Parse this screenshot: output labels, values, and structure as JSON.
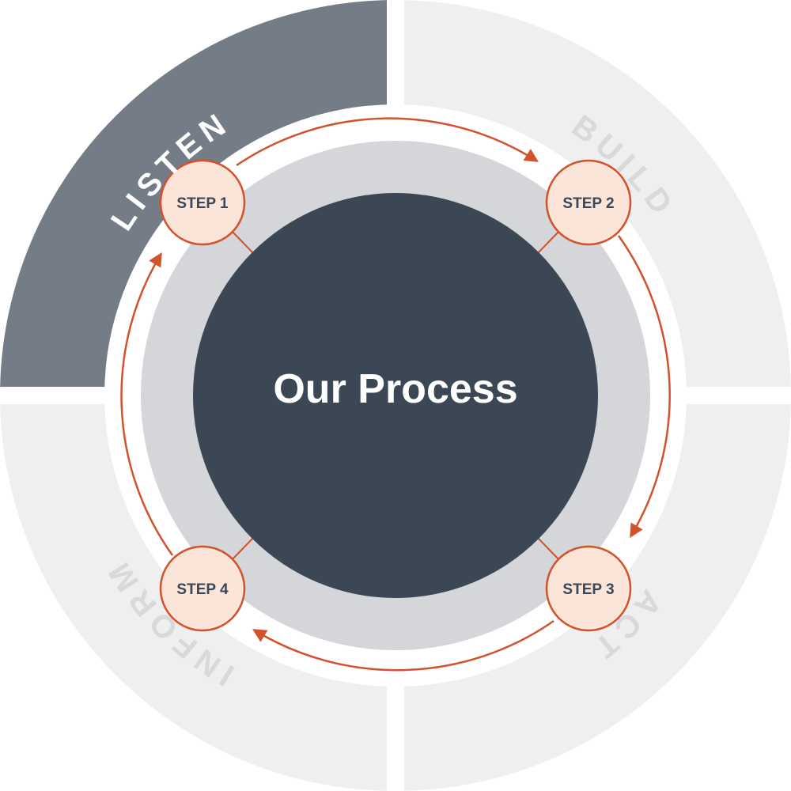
{
  "title": "Our Process",
  "colors": {
    "active_quadrant": "#747c88",
    "inactive_quadrant": "#efefef",
    "ring": "#d4d6d9",
    "core": "#3b4754",
    "accent": "#d2522a",
    "step_fill": "#fbe4d8",
    "active_label": "#ffffff",
    "inactive_label": "#d9d9d9"
  },
  "quadrants": [
    {
      "label": "LISTEN",
      "active": true
    },
    {
      "label": "BUILD",
      "active": false
    },
    {
      "label": "ACT",
      "active": false
    },
    {
      "label": "INFORM",
      "active": false
    }
  ],
  "steps": [
    {
      "label": "STEP 1"
    },
    {
      "label": "STEP 2"
    },
    {
      "label": "STEP 3"
    },
    {
      "label": "STEP 4"
    }
  ]
}
